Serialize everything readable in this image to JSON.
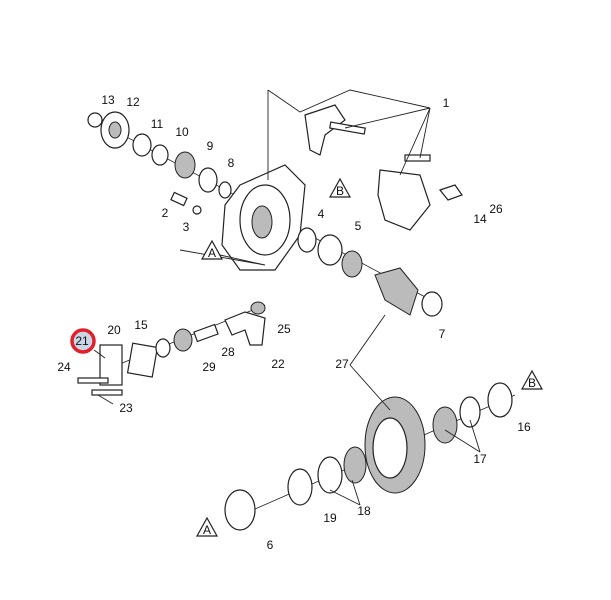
{
  "diagram": {
    "title": "Rear axle / differential exploded parts view",
    "callouts": [
      "1",
      "2",
      "3",
      "4",
      "5",
      "6",
      "7",
      "8",
      "9",
      "10",
      "11",
      "12",
      "13",
      "14",
      "15",
      "16",
      "17",
      "18",
      "19",
      "20",
      "21",
      "22",
      "23",
      "24",
      "25",
      "26",
      "27",
      "28",
      "29"
    ],
    "reference_marks": [
      "A",
      "B"
    ],
    "highlighted_callout": "21",
    "colors": {
      "highlight_ring": "#e0202a",
      "highlight_fill": "#c9d6e6",
      "line": "#222222"
    }
  }
}
